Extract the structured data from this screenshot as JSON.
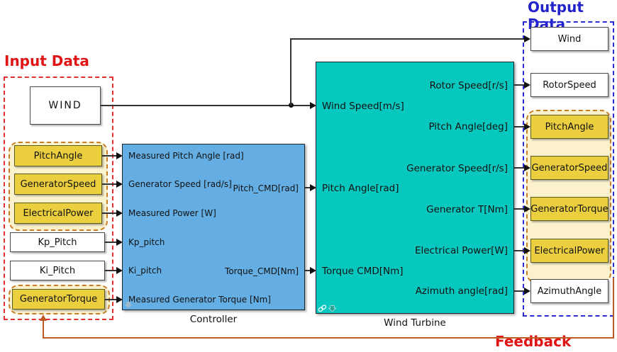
{
  "titles": {
    "input_data": "Input Data",
    "output_data": "Output Data",
    "feedback": "Feedback"
  },
  "blocks": {
    "wind_source": "WIND",
    "left": [
      "PitchAngle",
      "GeneratorSpeed",
      "ElectricalPower",
      "Kp_Pitch",
      "Ki_Pitch",
      "GeneratorTorque"
    ],
    "right": [
      "Wind",
      "RotorSpeed",
      "PitchAngle",
      "GeneratorSpeed",
      "GeneratorTorque",
      "ElectricalPower",
      "AzimuthAngle"
    ]
  },
  "controller": {
    "name": "Controller",
    "inputs": [
      "Measured Pitch Angle [rad]",
      "Generator Speed [rad/s]",
      "Measured Power [W]",
      "Kp_pitch",
      "Ki_pitch",
      "Measured Generator Torque [Nm]"
    ],
    "outputs": [
      "Pitch_CMD[rad]",
      "Torque_CMD[Nm]"
    ]
  },
  "turbine": {
    "name": "Wind Turbine",
    "inputs": [
      "Wind Speed[m/s]",
      "Pitch Angle[rad]",
      "Torque CMD[Nm]"
    ],
    "outputs": [
      "Rotor Speed[r/s]",
      "Pitch Angle[deg]",
      "Generator Speed[r/s]",
      "Generator T[Nm]",
      "Electrical Power[W]",
      "Azimuth angle[rad]"
    ]
  },
  "icons": [
    "library-link-icon",
    "variant-down-arrow-icon",
    "down-arrow-badge-icon"
  ],
  "colors": {
    "controller_fill": "#64aee3",
    "turbine_fill": "#07c8be",
    "yellow_block": "#eccf3e",
    "yellow_group_fill": "#fbf2cd",
    "yellow_group_border": "#c87d28",
    "input_box_border": "#e03030",
    "output_box_border": "#2b2bd5",
    "feedback_line": "#c05a25",
    "title_red": "#e01414",
    "title_blue": "#2222cc",
    "wire": "#333333"
  }
}
